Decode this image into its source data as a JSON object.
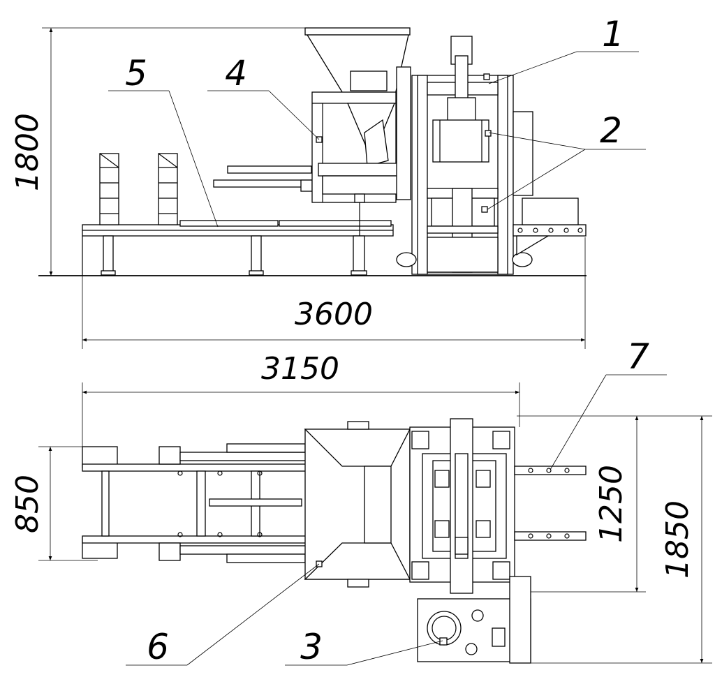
{
  "dimensions": {
    "height_side": "1800",
    "length_overall": "3600",
    "length_plan": "3150",
    "width_pallet": "850",
    "width_mid": "1250",
    "width_overall": "1850"
  },
  "callouts": [
    "1",
    "2",
    "3",
    "4",
    "5",
    "6",
    "7"
  ],
  "colors": {
    "line": "#000000",
    "background": "#ffffff"
  }
}
